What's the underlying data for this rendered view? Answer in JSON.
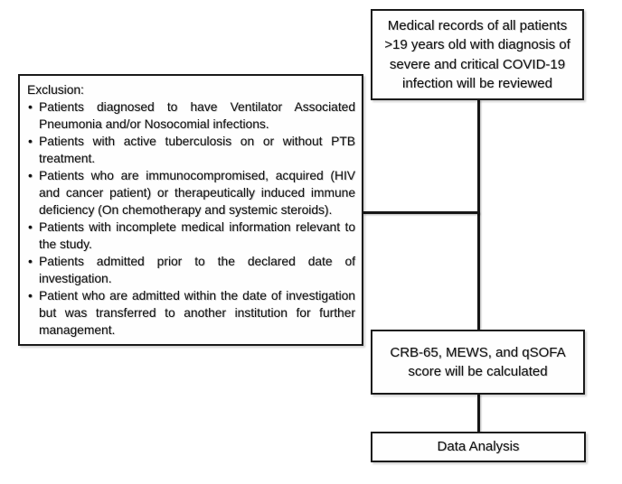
{
  "diagram": {
    "top_box": {
      "lines": [
        "Medical records of all patients",
        ">19 years old with diagnosis of",
        "severe and critical COVID-19",
        "infection will be reviewed"
      ]
    },
    "exclusion_box": {
      "heading": "Exclusion:",
      "bullet": "•",
      "items": [
        "Patients diagnosed to have Ventilator Associated Pneumonia and/or Nosocomial infections.",
        "Patients with active tuberculosis on or without PTB treatment.",
        "Patients who are immunocompromised, acquired (HIV and cancer patient) or therapeutically induced immune deficiency (On chemotherapy and systemic steroids).",
        "Patients with incomplete medical information relevant to the study.",
        "Patients admitted prior to the declared date of investigation.",
        "Patient who are admitted within the date of investigation but was transferred to another institution for further management."
      ]
    },
    "crb_box": {
      "lines": [
        "CRB-65, MEWS, and qSOFA",
        "score will be calculated"
      ]
    },
    "data_box": {
      "label": "Data Analysis"
    },
    "colors": {
      "border": "#1a1a1a",
      "text": "#111111",
      "background": "#ffffff"
    }
  }
}
